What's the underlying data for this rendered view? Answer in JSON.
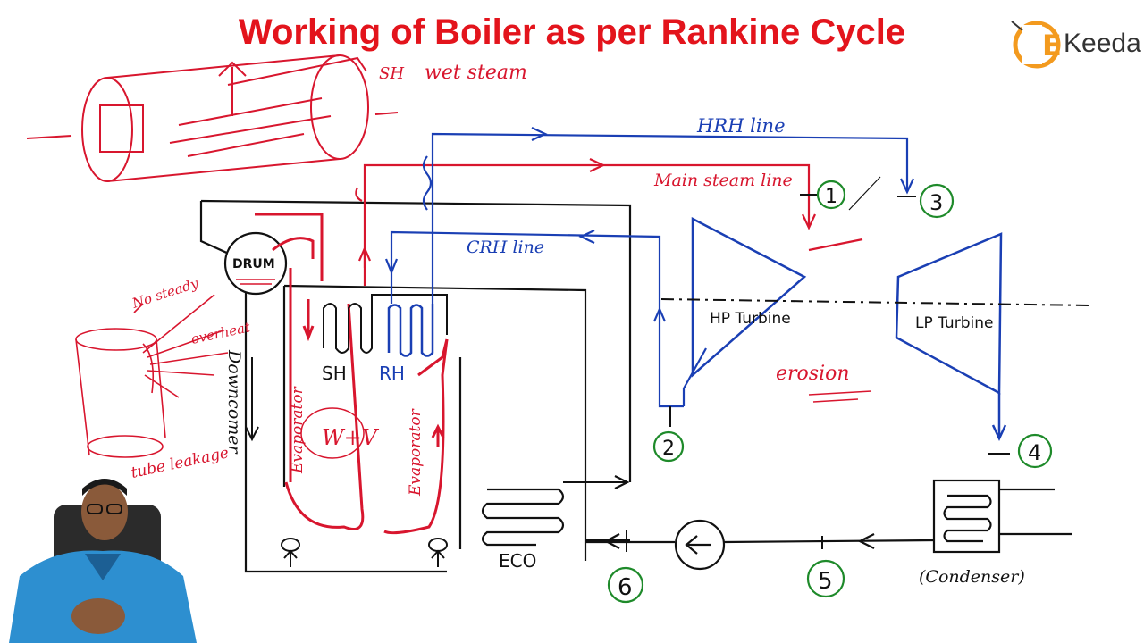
{
  "title": "Working of Boiler as per Rankine Cycle",
  "logo": {
    "brand": "Keeda",
    "initial": "E"
  },
  "colors": {
    "title": "#e3141c",
    "red": "#d8162e",
    "blue": "#1a3fb4",
    "green": "#1e8a2a",
    "black": "#111111"
  },
  "labels": {
    "sh_top": "SH",
    "wet_steam": "wet steam",
    "hrh_line": "HRH line",
    "main_steam_line": "Main steam line",
    "crh_line": "CRH line",
    "drum": "DRUM",
    "sh": "SH",
    "rh": "RH",
    "downcomer": "Downcomer",
    "evaporator_left": "Evaporator",
    "evaporator_right": "Evaporator",
    "w_plus_v": "W+V",
    "hp_turbine": "HP Turbine",
    "lp_turbine": "LP Turbine",
    "erosion": "erosion",
    "eco": "ECO",
    "condenser": "(Condenser)",
    "no_steady": "No steady",
    "overheat": "overheat",
    "tube_leakage": "tube leakage"
  },
  "points": [
    "1",
    "2",
    "3",
    "4",
    "5",
    "6"
  ],
  "icons": [
    "pump-icon",
    "person-presenter"
  ]
}
